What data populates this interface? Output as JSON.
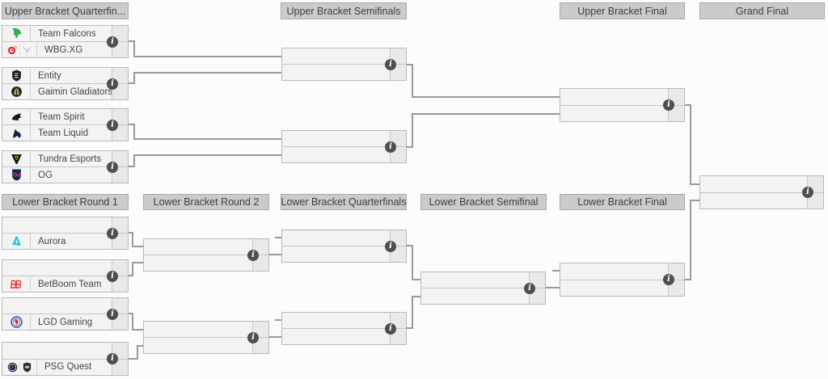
{
  "info": {
    "glyph": "i",
    "name": "info-icon"
  },
  "colors": {
    "header_bg": "#cbcbcb",
    "header_border": "#a9a9a9",
    "header_text": "#3e3e3e",
    "box_bg": "#f3f3f3",
    "box_border": "#b9b9b9",
    "info_col_bg": "#e9e9e9",
    "connector": "#999999",
    "info_icon_bg": "#4f4f4f",
    "team_text": "#454545",
    "aurora_cyan": "#25c9e2",
    "betboom_red": "#e8403d",
    "falcons_green": "#2fae57",
    "weibo_red": "#e6292f",
    "og_navy": "#10294f",
    "lgd_blue": "#2b4da0",
    "lgd_red": "#d5281f",
    "psg_navy": "#12284b",
    "psg_red": "#da291c",
    "tundra_yellow": "#ffd61f"
  },
  "headers": {
    "upper": [
      {
        "label": "Upper Bracket Quarterfin..."
      },
      {
        "label": "Upper Bracket Semifinals"
      },
      {
        "label": "Upper Bracket Final"
      },
      {
        "label": "Grand Final"
      }
    ],
    "lower": [
      {
        "label": "Lower Bracket Round 1"
      },
      {
        "label": "Lower Bracket Round 2"
      },
      {
        "label": "Lower Bracket Quarterfinals"
      },
      {
        "label": "Lower Bracket Semifinal"
      },
      {
        "label": "Lower Bracket Final"
      }
    ]
  },
  "bracket": {
    "upper_quarterfinals": [
      {
        "top": {
          "name": "Team Falcons",
          "icons": [
            "falcon-icon"
          ]
        },
        "bottom": {
          "name": "WBG.XG",
          "icons": [
            "weibo-eye-icon",
            "xg-wings-icon"
          ]
        }
      },
      {
        "top": {
          "name": "Entity",
          "icons": [
            "entity-shield-icon"
          ]
        },
        "bottom": {
          "name": "Gaimin Gladiators",
          "icons": [
            "gladiator-helmet-icon"
          ]
        }
      },
      {
        "top": {
          "name": "Team Spirit",
          "icons": [
            "spirit-dragon-icon"
          ]
        },
        "bottom": {
          "name": "Team Liquid",
          "icons": [
            "liquid-horse-icon"
          ]
        }
      },
      {
        "top": {
          "name": "Tundra Esports",
          "icons": [
            "tundra-icon"
          ]
        },
        "bottom": {
          "name": "OG",
          "icons": [
            "og-shield-icon"
          ]
        }
      }
    ],
    "upper_semifinals": [
      {
        "top": {
          "name": ""
        },
        "bottom": {
          "name": ""
        }
      },
      {
        "top": {
          "name": ""
        },
        "bottom": {
          "name": ""
        }
      }
    ],
    "upper_final": {
      "top": {
        "name": ""
      },
      "bottom": {
        "name": ""
      }
    },
    "grand_final": {
      "top": {
        "name": ""
      },
      "bottom": {
        "name": ""
      }
    },
    "lower_round1": [
      {
        "top": {
          "name": ""
        },
        "bottom": {
          "name": "Aurora",
          "icons": [
            "aurora-icon"
          ]
        }
      },
      {
        "top": {
          "name": ""
        },
        "bottom": {
          "name": "BetBoom Team",
          "icons": [
            "betboom-icon"
          ]
        }
      },
      {
        "top": {
          "name": ""
        },
        "bottom": {
          "name": "LGD Gaming",
          "icons": [
            "lgd-icon"
          ]
        }
      },
      {
        "top": {
          "name": ""
        },
        "bottom": {
          "name": "PSG Quest",
          "icons": [
            "psg-icon",
            "quest-icon"
          ]
        }
      }
    ],
    "lower_round2": [
      {
        "top": {
          "name": ""
        },
        "bottom": {
          "name": ""
        }
      },
      {
        "top": {
          "name": ""
        },
        "bottom": {
          "name": ""
        }
      }
    ],
    "lower_quarterfinals": [
      {
        "top": {
          "name": ""
        },
        "bottom": {
          "name": ""
        }
      },
      {
        "top": {
          "name": ""
        },
        "bottom": {
          "name": ""
        }
      }
    ],
    "lower_semifinal": {
      "top": {
        "name": ""
      },
      "bottom": {
        "name": ""
      }
    },
    "lower_final": {
      "top": {
        "name": ""
      },
      "bottom": {
        "name": ""
      }
    }
  }
}
